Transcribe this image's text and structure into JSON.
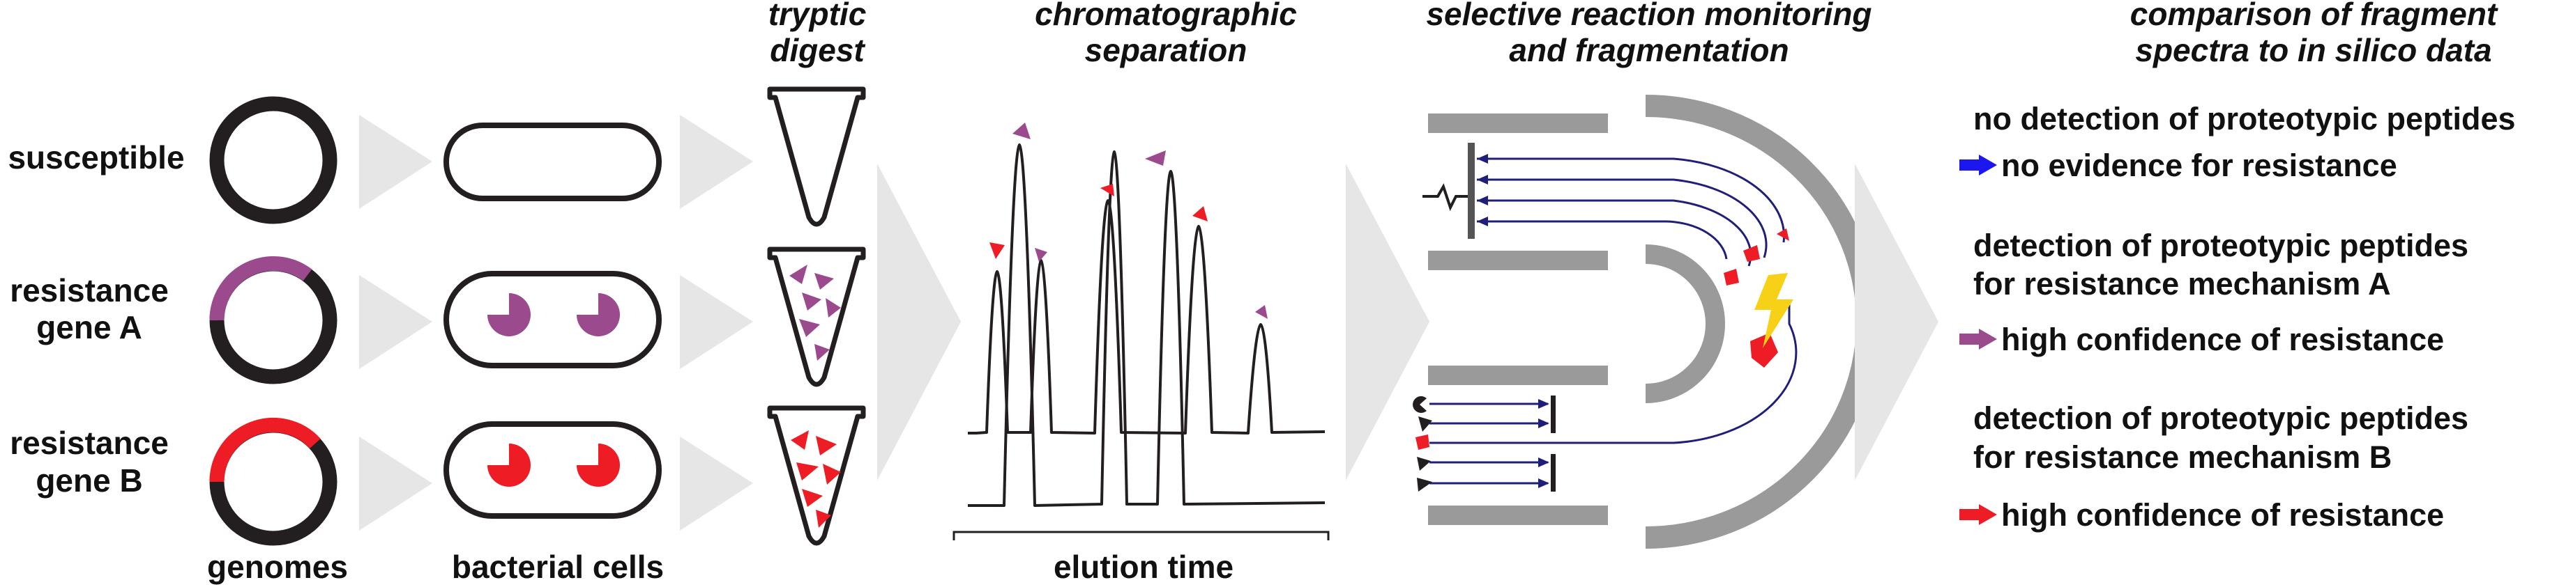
{
  "headers": {
    "digest": [
      "tryptic",
      "digest"
    ],
    "separation": [
      "chromatographic",
      "separation"
    ],
    "srm": [
      "selective reaction monitoring",
      "and fragmentation"
    ],
    "comparison": [
      "comparison of fragment",
      "spectra to in silico data"
    ]
  },
  "rows": {
    "susceptible": [
      "susceptible"
    ],
    "gene_a": [
      "resistance",
      "gene A"
    ],
    "gene_b": [
      "resistance",
      "gene B"
    ]
  },
  "bottom_labels": {
    "genomes": "genomes",
    "bacterial_cells": "bacterial cells",
    "elution_time": "elution time"
  },
  "results": {
    "susceptible": {
      "detection": [
        "no detection of proteotypic peptides"
      ],
      "outcome": "no evidence for resistance",
      "arrow_color": "#1c17ee"
    },
    "gene_a": {
      "detection": [
        "detection of proteotypic peptides",
        "for resistance mechanism A"
      ],
      "outcome": "high confidence of resistance",
      "arrow_color": "#9b4a8e"
    },
    "gene_b": {
      "detection": [
        "detection of proteotypic peptides",
        "for resistance mechanism B"
      ],
      "outcome": "high confidence of resistance",
      "arrow_color": "#ee1c24"
    }
  },
  "colors": {
    "purple": "#9b4a8e",
    "red": "#ee1c24",
    "gray": "#9a9a9a",
    "light_gray": "#e6e6e6",
    "navy": "#1f1f7a",
    "yellow": "#f7d117",
    "black": "#231f20"
  }
}
